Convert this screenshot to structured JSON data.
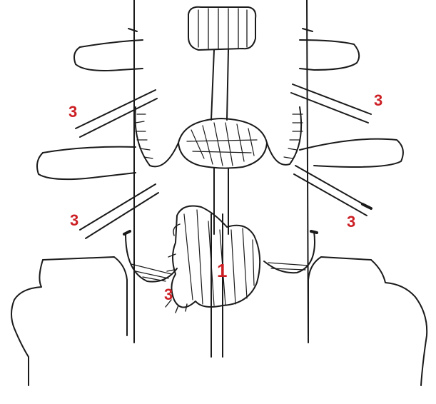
{
  "labels": {
    "center": "1",
    "upper_left": "3",
    "upper_right": "3",
    "lower_left": "3",
    "lower_right": "3",
    "lower_center": "3"
  },
  "colors": {
    "label": "#cc1f24",
    "line": "#1a1a1a",
    "background": "#ffffff"
  }
}
